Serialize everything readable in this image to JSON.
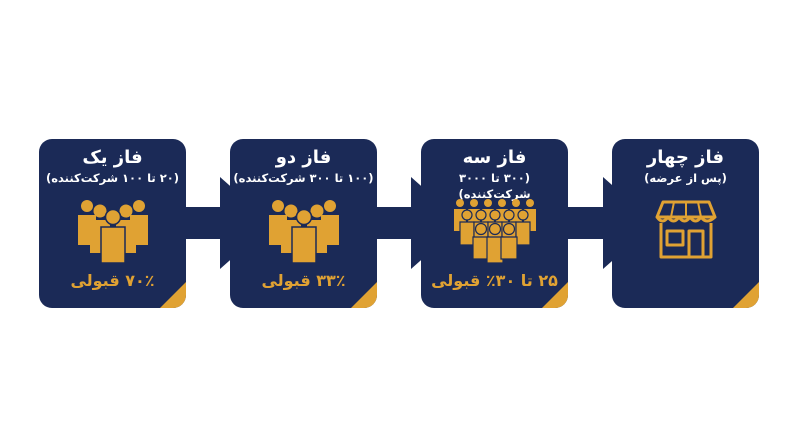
{
  "accent_color": "#e0a233",
  "card_color": "#1b2a57",
  "phases": [
    {
      "title": "فاز یک",
      "subtitle": "(۲۰ تا ۱۰۰ شرکت‌کننده)",
      "result": "۷۰٪ قبولی",
      "icon": "people-group-icon"
    },
    {
      "title": "فاز دو",
      "subtitle": "(۱۰۰ تا ۳۰۰ شرکت‌کننده)",
      "result": "۳۳٪ قبولی",
      "icon": "people-group-icon"
    },
    {
      "title": "فاز سه",
      "subtitle": "(۳۰۰ تا ۳۰۰۰ شرکت‌کننده)",
      "result": "۲۵ تا ۳۰٪ قبولی",
      "icon": "people-crowd-icon"
    },
    {
      "title": "فاز چهار",
      "subtitle": "(پس از عرضه)",
      "result": "",
      "icon": "storefront-icon"
    }
  ]
}
